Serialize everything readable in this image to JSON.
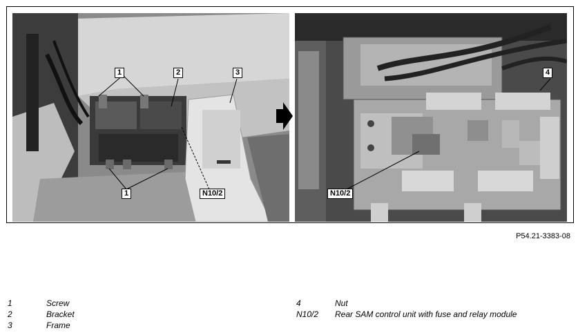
{
  "callouts": {
    "one_top": "1",
    "two": "2",
    "three": "3",
    "one_bottom": "1",
    "n10_left": "N10/2",
    "four": "4",
    "n10_right": "N10/2"
  },
  "figure_ref": "P54.21-3383-08",
  "legend": [
    {
      "num": "1",
      "text": "Screw"
    },
    {
      "num": "2",
      "text": "Bracket"
    },
    {
      "num": "3",
      "text": "Frame"
    },
    {
      "num": "4",
      "text": "Nut"
    },
    {
      "num": "N10/2",
      "text": "Rear SAM control unit with fuse and relay module"
    }
  ]
}
